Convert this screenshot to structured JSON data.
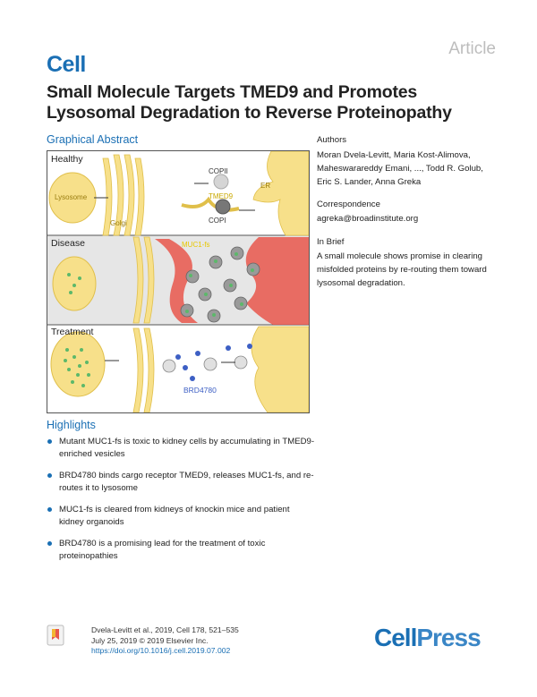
{
  "header": {
    "article_type": "Article",
    "journal": "Cell",
    "title": "Small Molecule Targets TMED9 and Promotes Lysosomal Degradation to Reverse Proteinopathy"
  },
  "graphical_abstract": {
    "heading": "Graphical Abstract",
    "panels": [
      "Healthy",
      "Disease",
      "Treatment"
    ],
    "labels": {
      "lysosome": "Lysosome",
      "golgi": "Golgi",
      "copii": "COPII",
      "tmed9": "TMED9",
      "copi": "COPI",
      "er": "ER",
      "muc1fs": "MUC1-fs",
      "brd4780": "BRD4780"
    }
  },
  "authors": {
    "heading": "Authors",
    "text": "Moran Dvela-Levitt, Maria Kost-Alimova, Maheswarareddy Emani, ..., Todd R. Golub, Eric S. Lander, Anna Greka"
  },
  "correspondence": {
    "heading": "Correspondence",
    "email": "agreka@broadinstitute.org"
  },
  "in_brief": {
    "heading": "In Brief",
    "text": "A small molecule shows promise in clearing misfolded proteins by re-routing them toward lysosomal degradation."
  },
  "highlights": {
    "heading": "Highlights",
    "items": [
      "Mutant MUC1-fs is toxic to kidney cells by accumulating in TMED9-enriched vesicles",
      "BRD4780 binds cargo receptor TMED9, releases MUC1-fs, and re-routes it to lysosome",
      "MUC1-fs is cleared from kidneys of knockin mice and patient kidney organoids",
      "BRD4780 is a promising lead for the treatment of toxic proteinopathies"
    ]
  },
  "footer": {
    "citation_line1": "Dvela-Levitt et al., 2019, Cell 178, 521–535",
    "citation_line2": "July 25, 2019 © 2019 Elsevier Inc.",
    "doi": "https://doi.org/10.1016/j.cell.2019.07.002",
    "publisher_logo_cell": "Cell",
    "publisher_logo_press": "Press"
  },
  "colors": {
    "accent_blue": "#1a6fb4",
    "organelle_yellow": "#f7e08a",
    "disease_red": "#e8564b",
    "vesicle_green": "#5cb86a",
    "drug_blue": "#3d5fc4"
  }
}
